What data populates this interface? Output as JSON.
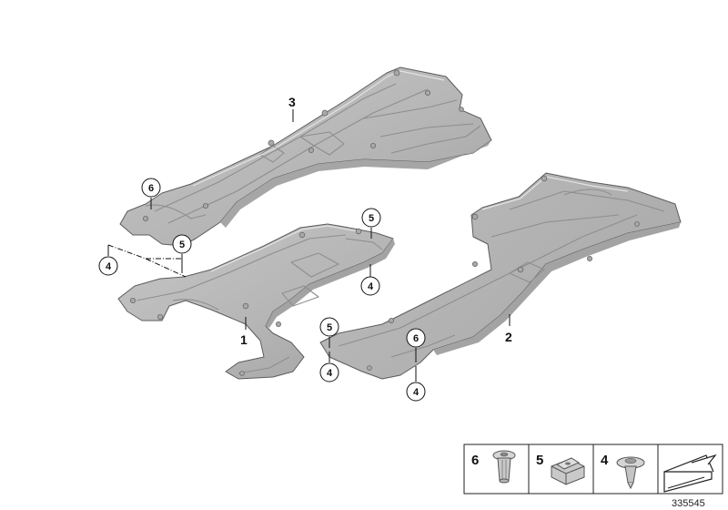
{
  "diagram": {
    "parts": {
      "panel_1": "1",
      "panel_2": "2",
      "panel_3": "3"
    },
    "callouts": [
      {
        "id": "c6a",
        "label": "6"
      },
      {
        "id": "c5a",
        "label": "5"
      },
      {
        "id": "c4a",
        "label": "4"
      },
      {
        "id": "c5b",
        "label": "5"
      },
      {
        "id": "c4b",
        "label": "4"
      },
      {
        "id": "c5c",
        "label": "5"
      },
      {
        "id": "c4c",
        "label": "4"
      },
      {
        "id": "c6b",
        "label": "6"
      },
      {
        "id": "c4d",
        "label": "4"
      }
    ],
    "legend": [
      {
        "number": "6",
        "icon": "push-rivet-icon"
      },
      {
        "number": "5",
        "icon": "spring-nut-icon"
      },
      {
        "number": "4",
        "icon": "expanding-rivet-icon"
      },
      {
        "number": "",
        "icon": "direction-arrow-icon"
      }
    ],
    "doc_number": "335545"
  },
  "colors": {
    "panel_fill": "#b9b9b9",
    "panel_stroke": "#5c5c5c",
    "line": "#111111"
  }
}
